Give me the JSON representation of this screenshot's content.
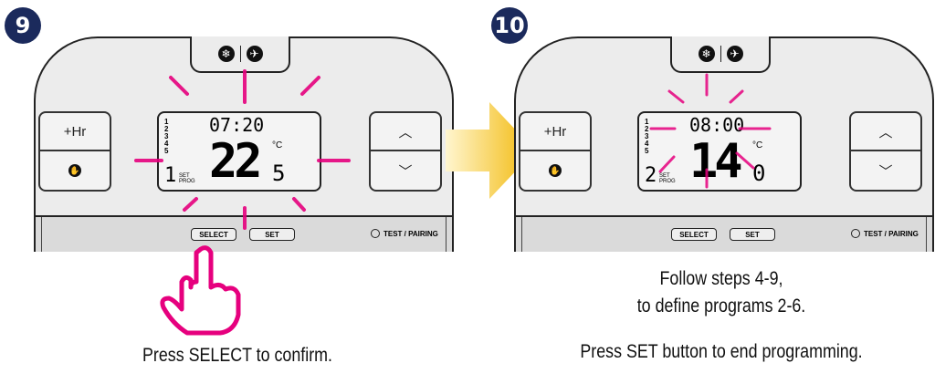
{
  "step1": {
    "number": "9",
    "hr_label": "+Hr",
    "programs": [
      "1",
      "2",
      "3",
      "4",
      "5"
    ],
    "time": "07:20",
    "temp_int": "22",
    "temp_dec": "5",
    "unit": "°C",
    "program_number": "1",
    "set_prog": [
      "SET",
      "PROG"
    ],
    "select_label": "SELECT",
    "set_label": "SET",
    "test_label": "TEST / PAIRING",
    "caption": "Press SELECT to confirm.",
    "blinking": "select-button"
  },
  "step2": {
    "number": "10",
    "hr_label": "+Hr",
    "programs": [
      "1",
      "2",
      "3",
      "4",
      "5"
    ],
    "time": "08:00",
    "temp_int": "14",
    "temp_dec": "0",
    "unit": "°C",
    "program_number": "2",
    "set_prog": [
      "SET",
      "PROG"
    ],
    "select_label": "SELECT",
    "set_label": "SET",
    "test_label": "TEST / PAIRING",
    "caption_lines": [
      "Follow steps 4-9,",
      "to define programs 2-6."
    ],
    "caption2": "Press SET button to end programming.",
    "blinking": "time"
  },
  "colors": {
    "badge": "#1b2a5c",
    "highlight": "#e6007e",
    "arrow": "#f5c518"
  },
  "icons": {
    "top": [
      "snowflake-icon",
      "airplane-icon"
    ],
    "hand": "hand-stop-icon",
    "up": "chevron-up-icon",
    "down": "chevron-down-icon",
    "pointer": "pointing-hand-icon"
  }
}
